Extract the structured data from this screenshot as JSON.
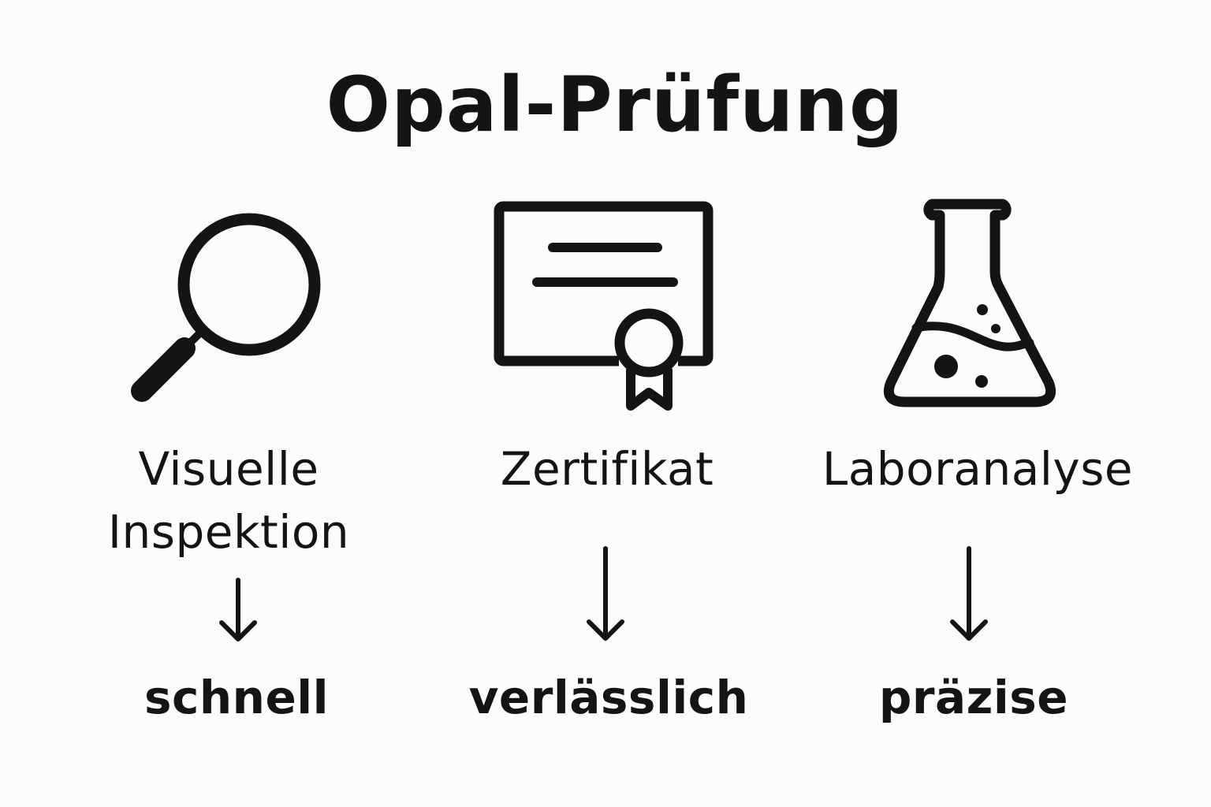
{
  "title": "Opal-Prüfung",
  "columns": [
    {
      "icon": "magnifying-glass-icon",
      "label_line1": "Visuelle",
      "label_line2": "Inspektion",
      "result": "schnell"
    },
    {
      "icon": "certificate-icon",
      "label_line1": "Zertifikat",
      "result": "verlässlich"
    },
    {
      "icon": "lab-flask-icon",
      "label_line1": "Laboranalyse",
      "result": "präzise"
    }
  ],
  "colors": {
    "background": "#fcfcfb",
    "foreground": "#141414"
  }
}
